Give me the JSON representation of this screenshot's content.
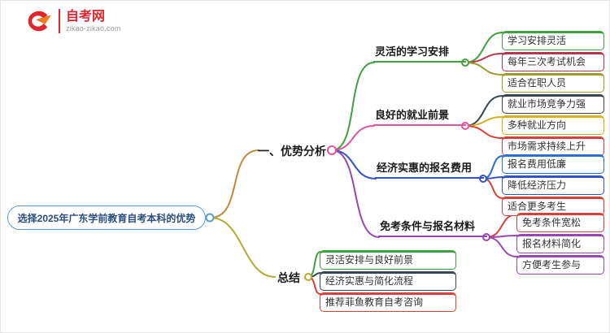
{
  "logo": {
    "title": "自考网",
    "domain": "zikao-zikao.com"
  },
  "palette": {
    "root_blue": "#5b9bd5",
    "root_text": "#2a4d7f",
    "branch_main": "#c08a3e",
    "summary_olive": "#b3ab2f",
    "green": "#3fa23f",
    "crimson": "#b8354e",
    "olive": "#9d9d26",
    "dark": "#36454f",
    "yellow": "#d9b01c",
    "red": "#d8413a",
    "blue": "#2c6fd1",
    "navy": "#2f54c9",
    "purple": "#9b45b2",
    "pink": "#e0559c",
    "logo_red": "#e0262c",
    "logo_orange": "#f07c1a"
  },
  "mindmap": {
    "root": "选择2025年广东学前教育自考本科的优势",
    "branch_analysis": {
      "label": "一、优势分析",
      "topics": [
        {
          "label": "灵活的学习安排",
          "color": "green",
          "children": [
            {
              "label": "学习安排灵活",
              "color": "green"
            },
            {
              "label": "每年三次考试机会",
              "color": "crimson"
            },
            {
              "label": "适合在职人员",
              "color": "olive"
            }
          ]
        },
        {
          "label": "良好的就业前景",
          "color": "pink",
          "children": [
            {
              "label": "就业市场竞争力强",
              "color": "dark"
            },
            {
              "label": "多种就业方向",
              "color": "yellow"
            },
            {
              "label": "市场需求持续上升",
              "color": "red"
            }
          ]
        },
        {
          "label": "经济实惠的报名费用",
          "color": "navy",
          "children": [
            {
              "label": "报名费用低廉",
              "color": "blue"
            },
            {
              "label": "降低经济压力",
              "color": "navy"
            },
            {
              "label": "适合更多考生",
              "color": "red"
            }
          ]
        },
        {
          "label": "免考条件与报名材料",
          "color": "purple",
          "children": [
            {
              "label": "免考条件宽松",
              "color": "red"
            },
            {
              "label": "报名材料简化",
              "color": "purple"
            },
            {
              "label": "方便考生参与",
              "color": "purple"
            }
          ]
        }
      ]
    },
    "branch_summary": {
      "label": "总结",
      "children": [
        {
          "label": "灵活安排与良好前景",
          "color": "green"
        },
        {
          "label": "经济实惠与简化流程",
          "color": "dark"
        },
        {
          "label": "推荐菲鱼教育自考咨询",
          "color": "red"
        }
      ]
    }
  }
}
